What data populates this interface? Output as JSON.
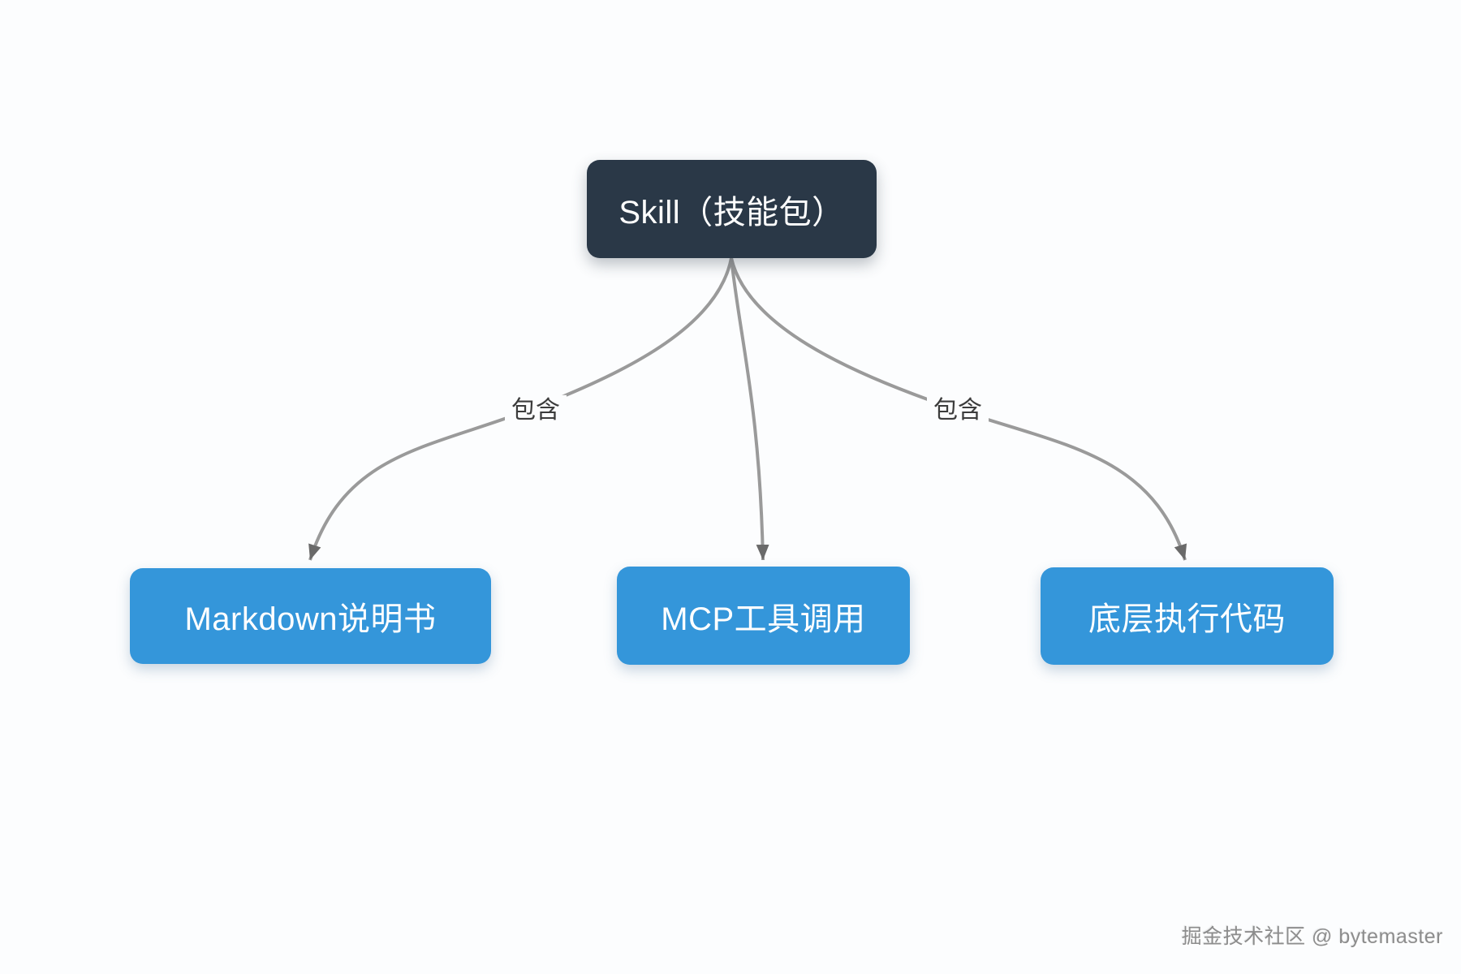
{
  "diagram": {
    "root": {
      "label": "Skill（技能包）"
    },
    "children": [
      {
        "label": "Markdown说明书"
      },
      {
        "label": "MCP工具调用"
      },
      {
        "label": "底层执行代码"
      }
    ],
    "edge_labels": [
      {
        "label": "包含"
      },
      {
        "label": "包含"
      }
    ],
    "colors": {
      "root_bg": "#2a3847",
      "child_bg": "#3496da",
      "node_text": "#ffffff",
      "edge_line": "#9a9a9a",
      "arrowhead": "#6a6a6a",
      "edge_label_text": "#3c3c3c",
      "background": "#fcfdfe"
    }
  },
  "watermark": {
    "text": "掘金技术社区 @ bytemaster"
  }
}
